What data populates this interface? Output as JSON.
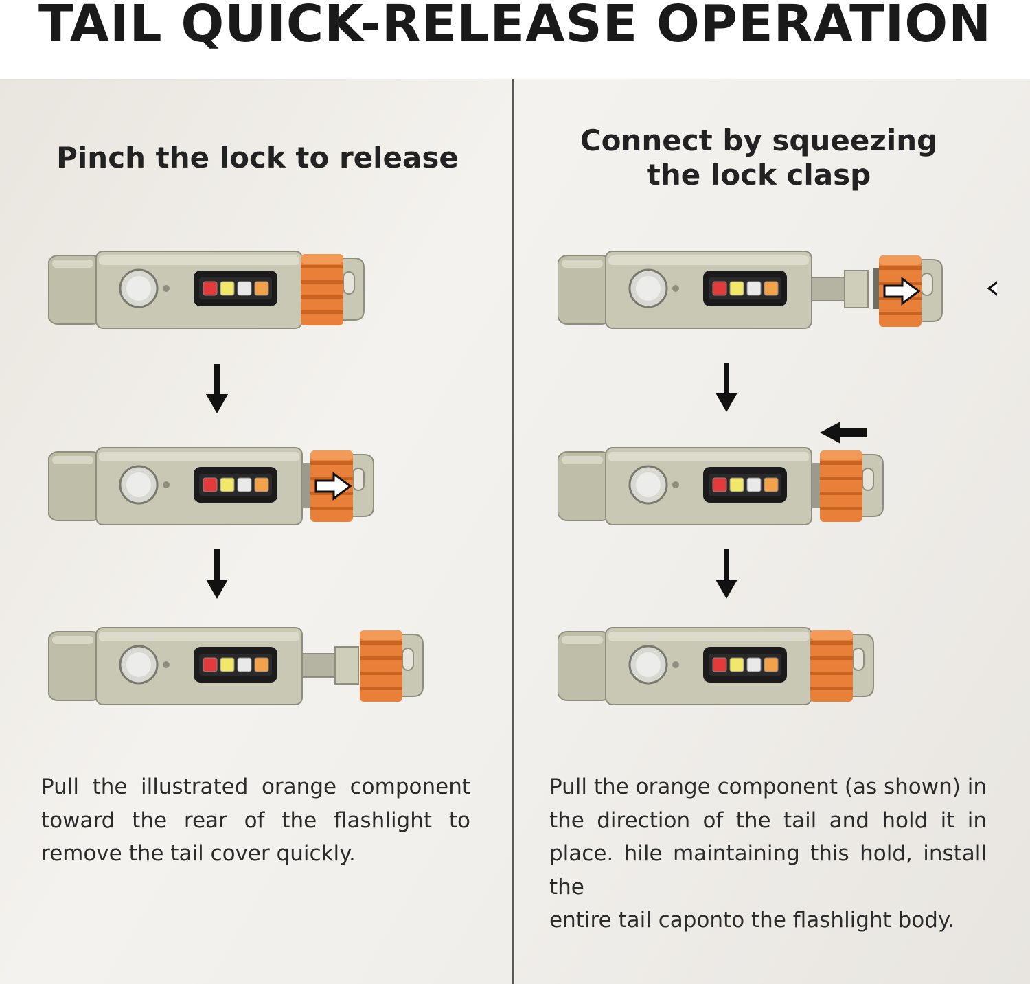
{
  "title": "TAIL QUICK-RELEASE OPERATION",
  "left": {
    "heading": "Pinch the lock to release",
    "paragraph_lines": [
      "Pull the illustrated orange component",
      "toward the rear of the flashlight to",
      "remove the tail cover quickly."
    ]
  },
  "right": {
    "heading_lines": [
      "Connect by squeezing",
      "the lock clasp"
    ],
    "paragraph_lines": [
      "Pull the orange component (as shown) in",
      "the direction of the tail and hold it in",
      "place. hile maintaining this hold, install the",
      "entire tail caponto the flashlight body."
    ]
  },
  "colors": {
    "body": "#c9c8b4",
    "orange": "#e8803a",
    "led_red": "#e33b3b",
    "led_yellow": "#f1e76a",
    "led_white": "#e9e9e9",
    "led_amber": "#f2a24a"
  },
  "icons": [
    "flashlight-illustration",
    "arrow-down-icon",
    "arrow-right-outline-icon",
    "arrow-left-outline-icon",
    "arrow-left-solid-icon"
  ]
}
